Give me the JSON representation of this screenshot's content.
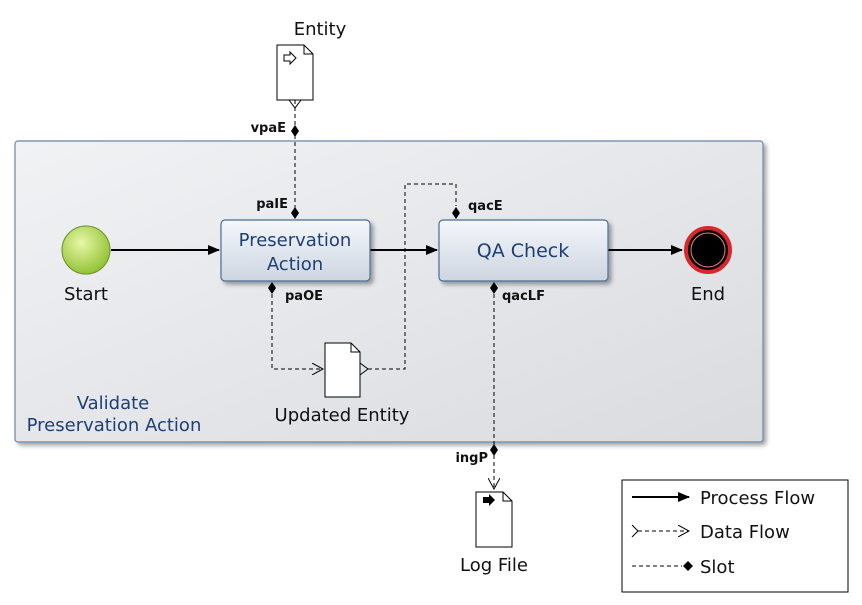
{
  "container": {
    "title_line1": "Validate",
    "title_line2": "Preservation Action"
  },
  "events": {
    "start": "Start",
    "end": "End"
  },
  "tasks": {
    "preservation_action_line1": "Preservation",
    "preservation_action_line2": "Action",
    "qa_check": "QA Check"
  },
  "documents": {
    "entity": "Entity",
    "updated_entity": "Updated Entity",
    "log_file": "Log File"
  },
  "slots": {
    "vpaE": "vpaE",
    "paIE": "paIE",
    "paOE": "paOE",
    "qacE": "qacE",
    "qacLF": "qacLF",
    "ingP": "ingP"
  },
  "legend": {
    "process_flow": "Process Flow",
    "data_flow": "Data Flow",
    "slot": "Slot"
  },
  "colors": {
    "container_fill": "#e2e4e8",
    "container_border": "#6b86a8",
    "task_border": "#4a6d96",
    "task_text": "#1e3f74",
    "start_fill": "#a8d34a",
    "end_ring": "#d9262a"
  }
}
